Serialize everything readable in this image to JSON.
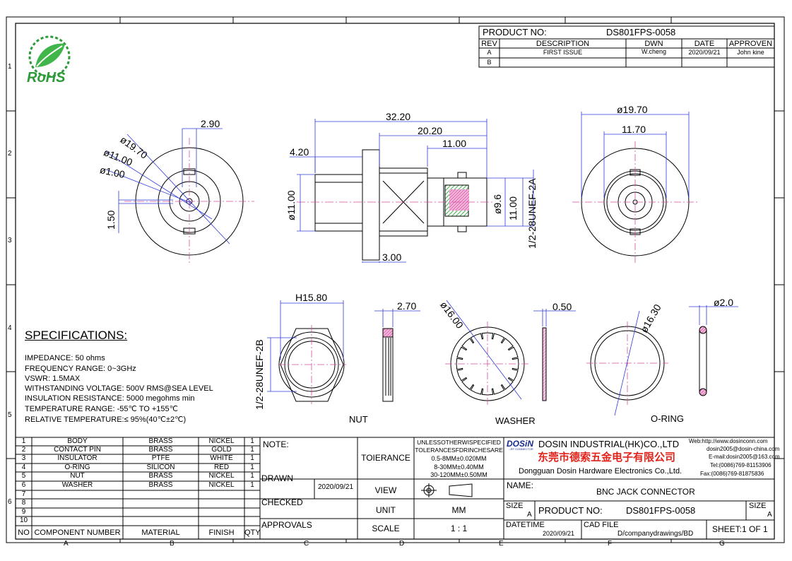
{
  "sheet": {
    "row_markers": [
      "1",
      "2",
      "3",
      "4",
      "5",
      "6"
    ],
    "col_markers": [
      "A",
      "B",
      "C",
      "D",
      "E",
      "F",
      "G"
    ]
  },
  "logo": {
    "text": "RoHS"
  },
  "revision_block": {
    "product_label": "PRODUCT NO:",
    "product_no": "DS801FPS-0058",
    "headers": [
      "REV",
      "DESCRIPTION",
      "DWN",
      "DATE",
      "APPROVEN"
    ],
    "rows": [
      [
        "A",
        "FIRST ISSUE",
        "W.cheng",
        "2020/09/21",
        "John kine"
      ],
      [
        "B",
        "",
        "",
        "",
        ""
      ]
    ]
  },
  "dims": {
    "end_view": [
      "2.90",
      "ø19.70",
      "ø11.00",
      "ø1.00",
      "1.50"
    ],
    "side_view": [
      "32.20",
      "20.20",
      "11.00",
      "4.20",
      "ø11.00",
      "ø9.6",
      "11.00",
      "1/2-28UNEF-2A",
      "3.00"
    ],
    "front_view": [
      "ø19.70",
      "11.70"
    ],
    "nut": [
      "H15.80",
      "1/2-28UNEF-2B"
    ],
    "nut_side": [
      "2.70"
    ],
    "washer": [
      "ø16.00"
    ],
    "washer_side": [
      "0.50"
    ],
    "oring": [
      "ø16.30"
    ],
    "oring_side": [
      "ø2.0"
    ]
  },
  "part_labels": {
    "nut": "NUT",
    "washer": "WASHER",
    "oring": "O-RING"
  },
  "specifications": {
    "heading": "SPECIFICATIONS:",
    "lines": [
      "IMPEDANCE: 50 ohms",
      "FREQUENCY RANGE: 0~3GHz",
      "VSWR: 1.5MAX",
      "WITHSTANDING VOLTAGE: 500V RMS@SEA LEVEL",
      "INSULATION RESISTANCE: 5000 megohms min",
      "TEMPERATURE RANGE: -55℃ TO +155℃",
      "RELATIVE TEMPERATURE:≤ 95%(40℃±2℃)"
    ]
  },
  "bom": {
    "headers": [
      "NO",
      "COMPONENT NUMBER",
      "MATERIAL",
      "FINISH",
      "QTY"
    ],
    "rows": [
      [
        "1",
        "BODY",
        "BRASS",
        "NICKEL",
        "1"
      ],
      [
        "2",
        "CONTACT PIN",
        "BRASS",
        "GOLD",
        "1"
      ],
      [
        "3",
        "INSULATOR",
        "PTFE",
        "WHITE",
        "1"
      ],
      [
        "4",
        "O-RING",
        "SILICON",
        "RED",
        "1"
      ],
      [
        "5",
        "NUT",
        "BRASS",
        "NICKEL",
        "1"
      ],
      [
        "6",
        "WASHER",
        "BRASS",
        "NICKEL",
        "1"
      ],
      [
        "7",
        "",
        "",
        "",
        ""
      ],
      [
        "8",
        "",
        "",
        "",
        ""
      ],
      [
        "9",
        "",
        "",
        "",
        ""
      ],
      [
        "10",
        "",
        "",
        "",
        ""
      ]
    ]
  },
  "notes": {
    "note_label": "NOTE:",
    "drawn_label": "DRAWN",
    "drawn_date": "2020/09/21",
    "checked_label": "CHECKED",
    "approvals_label": "APPROVALS"
  },
  "tolerance": {
    "label": "TOIERANCE",
    "lines": [
      "UNLESSOTHERWISPECIFIED",
      "TOLERANCESFDRINCHESARE",
      "0.5-8MM±0.020MM",
      "8-30MM±0.40MM",
      "30-120MM±0.50MM"
    ]
  },
  "view": {
    "label": "VIEW"
  },
  "unit": {
    "label": "UNIT",
    "value": "MM"
  },
  "scale": {
    "label": "SCALE",
    "value": "1 : 1"
  },
  "company": {
    "brand": "DOSiN",
    "brand_sub": "--RF CONNECTOR",
    "name_en": "DOSIN INDUSTRIAL(HK)CO.,LTD",
    "name_cn": "东莞市德索五金电子有限公司",
    "name_en2": "Dongguan Dosin Hardware Electronics Co.,Ltd.",
    "web": "Web:http://www.dosinconn.com",
    "email1": "dosin2005@dosin-china.com",
    "email2": "E-mail:dosin2005@163.com",
    "tel": "Tel:(0086)769-81153906",
    "fax": "Fax:(0086)769-81875836"
  },
  "title_block": {
    "name_label": "NAME:",
    "name_value": "BNC JACK CONNECTOR",
    "size_label": "SIZE",
    "size_value": "A",
    "product_label": "PRODUCT NO:",
    "product_value": "DS801FPS-0058",
    "size2_label": "SIZE",
    "size2_value": "A",
    "datetime_label": "DATETIME",
    "datetime_value": "2020/09/21",
    "cad_label": "CAD FILE",
    "cad_value": "D/companydrawings/BD",
    "sheet": "SHEET:1 OF 1"
  },
  "colors": {
    "hatch": "#d64fa0",
    "green": "#3fb54a",
    "dim": "#2f3bd6",
    "logo": "#2e9a3a"
  }
}
